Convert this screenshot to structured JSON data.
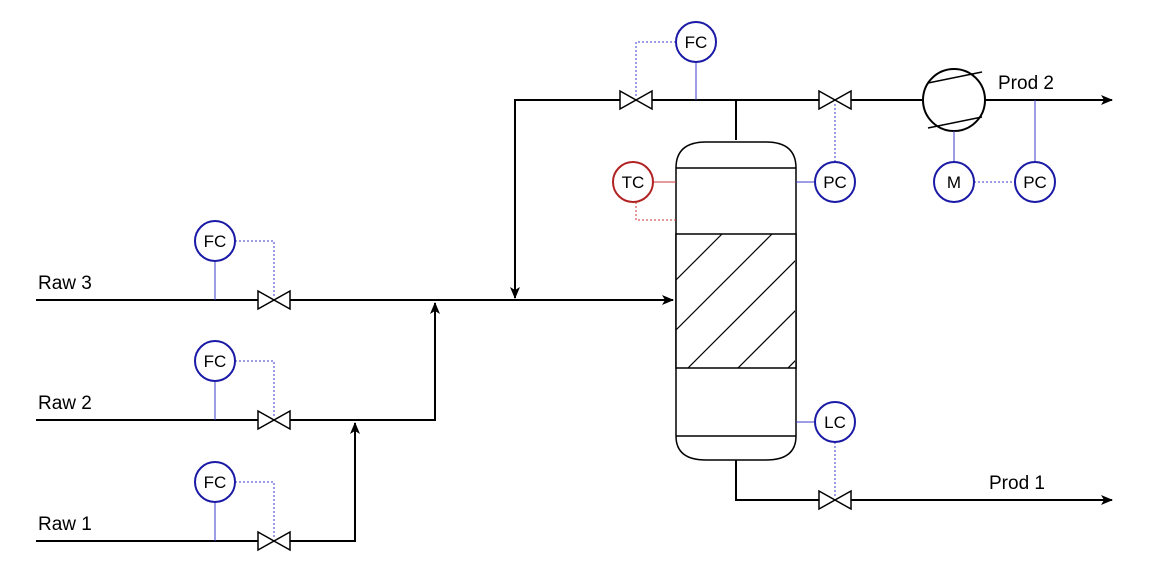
{
  "colors": {
    "line": "#000000",
    "instrument_blue": "#1a1aa6",
    "signal_blue": "#3b3bcc",
    "instrument_red": "#b22222",
    "signal_red": "#cc3333"
  },
  "streams": {
    "raw3": "Raw 3",
    "raw2": "Raw 2",
    "raw1": "Raw 1",
    "prod1": "Prod 1",
    "prod2": "Prod 2"
  },
  "instruments": {
    "fc_raw3": "FC",
    "fc_raw2": "FC",
    "fc_raw1": "FC",
    "fc_reflux": "FC",
    "tc_column": "TC",
    "pc_column": "PC",
    "lc_column": "LC",
    "motor": "M",
    "pc_compressor": "PC"
  }
}
